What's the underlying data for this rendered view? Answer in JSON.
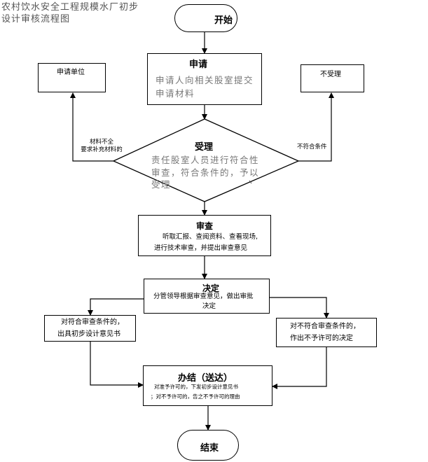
{
  "title_line1": "农村饮水安全工程规模水厂初步",
  "title_line2": "设计审核流程图",
  "start": "开始",
  "apply": {
    "title": "申请",
    "line1": "申请人向相关股室提交",
    "line2": "申请材料"
  },
  "applicant_unit": "申请单位",
  "not_accepted": "不受理",
  "incomplete_label_1": "材料不全",
  "incomplete_label_2": "要求补充材料的",
  "not_qualified_label": "不符合条件",
  "accept": {
    "title": "受理",
    "line1": "责任股室人员进行符合性",
    "line2": "审查，符合条件的，予以",
    "line3": "受理"
  },
  "review": {
    "title": "审查",
    "line1": "听取汇报、查阅资料、查看现场,",
    "line2": "进行技术审查，并提出审查意见"
  },
  "decide": {
    "title": "决定",
    "line1": "分管领导根据审查意见，做出审批",
    "line2": "决定"
  },
  "approve": {
    "line1": "对符合审查条件的，",
    "line2": "出具初步设计意见书"
  },
  "reject": {
    "line1": "对不符合审查条件的，",
    "line2": "作出不予许可的决定"
  },
  "deliver": {
    "title": "办结（送达）",
    "line1": "对准予许可的，下发初步设计意见书",
    "line2": "；对不予许可的，告之不予许可的理由"
  },
  "end": "结束"
}
